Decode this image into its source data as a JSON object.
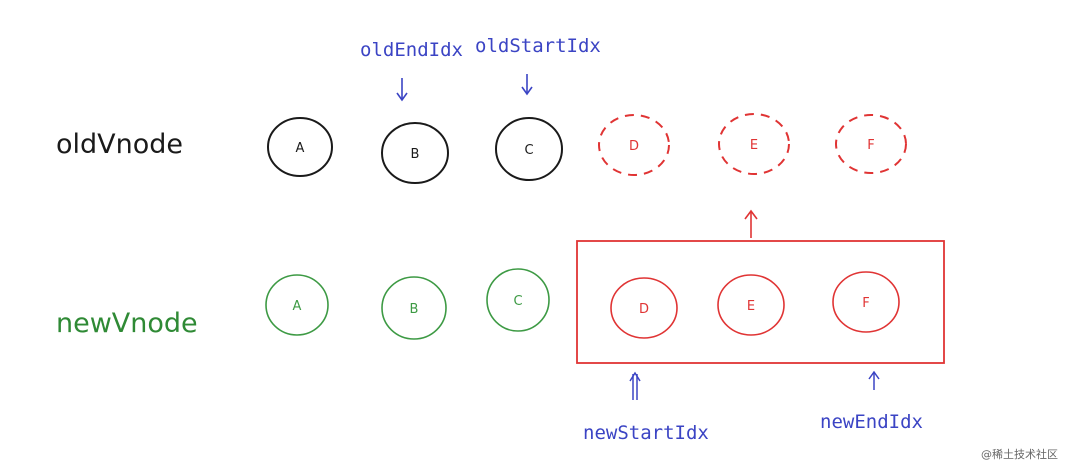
{
  "rows": {
    "old": {
      "label": "oldVnode",
      "label_color": "#1a1a1a",
      "nodes": [
        {
          "letter": "A",
          "style": "solid",
          "color": "#1a1a1a"
        },
        {
          "letter": "B",
          "style": "solid",
          "color": "#1a1a1a"
        },
        {
          "letter": "C",
          "style": "solid",
          "color": "#1a1a1a"
        },
        {
          "letter": "D",
          "style": "dashed",
          "color": "#e03434"
        },
        {
          "letter": "E",
          "style": "dashed",
          "color": "#e03434"
        },
        {
          "letter": "F",
          "style": "dashed",
          "color": "#e03434"
        }
      ]
    },
    "new": {
      "label": "newVnode",
      "label_color": "#2f8a35",
      "nodes": [
        {
          "letter": "A",
          "style": "solid",
          "color": "#3d9a44"
        },
        {
          "letter": "B",
          "style": "solid",
          "color": "#3d9a44"
        },
        {
          "letter": "C",
          "style": "solid",
          "color": "#3d9a44"
        },
        {
          "letter": "D",
          "style": "solid",
          "color": "#e03434"
        },
        {
          "letter": "E",
          "style": "solid",
          "color": "#e03434"
        },
        {
          "letter": "F",
          "style": "solid",
          "color": "#e03434"
        }
      ]
    }
  },
  "pointers": {
    "old_end_idx": "oldEndIdx",
    "old_start_idx": "oldStartIdx",
    "new_start_idx": "newStartIdx",
    "new_end_idx": "newEndIdx",
    "color": "#3b44c4"
  },
  "highlight_color": "#e03434",
  "watermark": "@稀土技术社区"
}
